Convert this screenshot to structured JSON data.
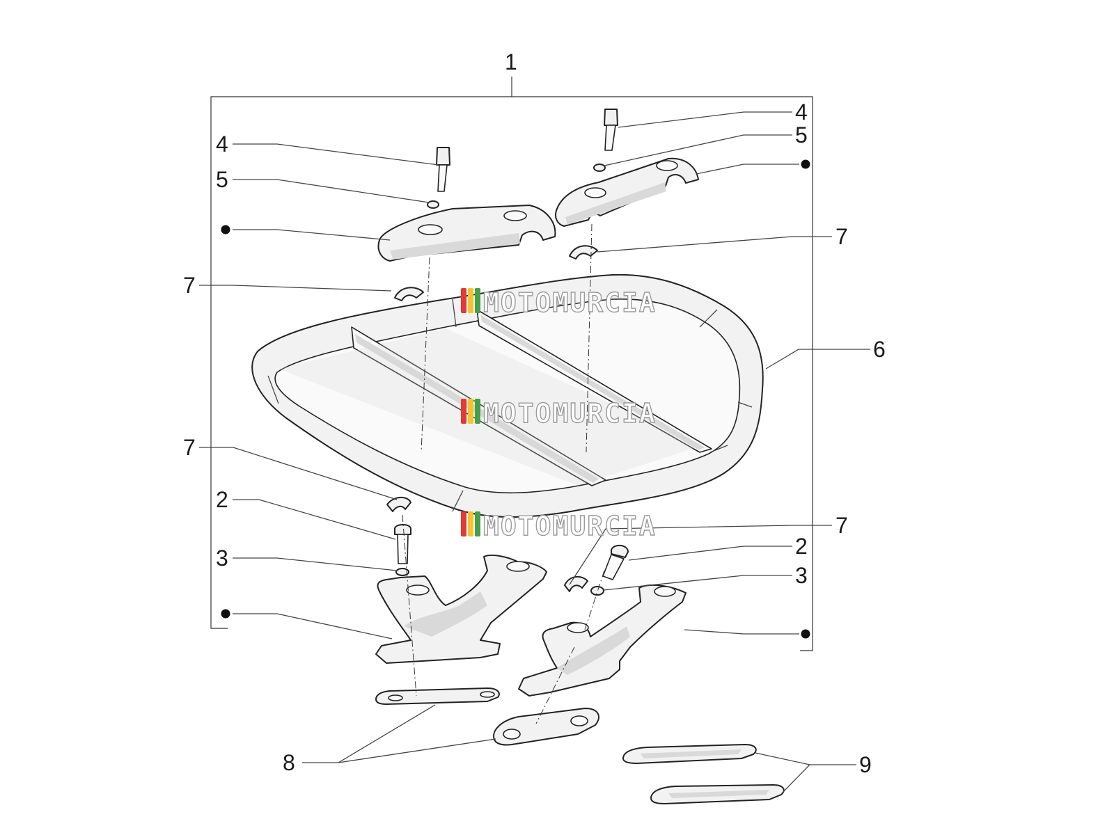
{
  "callouts": {
    "c1": "1",
    "c4_left": "4",
    "c5_left": "5",
    "c7_upper_left": "7",
    "c7_mid_left": "7",
    "c2_left": "2",
    "c3_left": "3",
    "c4_right": "4",
    "c5_right": "5",
    "c7_upper_right": "7",
    "c6": "6",
    "c7_lower_right": "7",
    "c2_right": "2",
    "c3_right": "3",
    "c8": "8",
    "c9": "9"
  },
  "watermark": {
    "text": "MOTOMURCIA",
    "stripe_colors": [
      "#e53935",
      "#f4c430",
      "#43a047"
    ]
  },
  "colors": {
    "line": "#222222",
    "part_fill": "#f2f2f2",
    "shade": "#d9d9d9",
    "background": "#ffffff"
  }
}
